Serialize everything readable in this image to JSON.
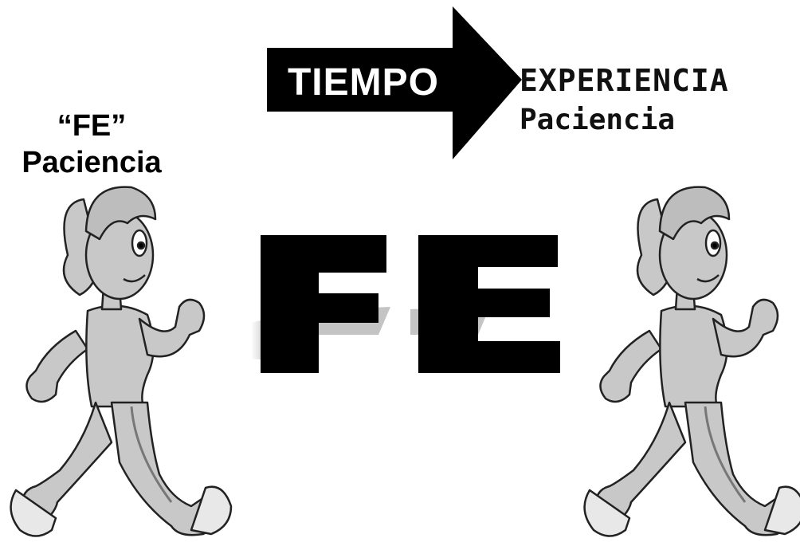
{
  "left_caption": {
    "line1": "“FE”",
    "line2": "Paciencia"
  },
  "arrow": {
    "label": "TIEMPO",
    "color": "#000000",
    "text_color": "#ffffff"
  },
  "right_caption": {
    "line1": "EXPERIENCIA",
    "line2": "Paciencia"
  },
  "center_word": "FE",
  "colors": {
    "figure_fill": "#c8c8c8",
    "figure_stroke": "#222222",
    "shadow": "#bdbdbd",
    "letters": "#000000"
  },
  "icons": {
    "walker": "walking-woman-icon"
  }
}
